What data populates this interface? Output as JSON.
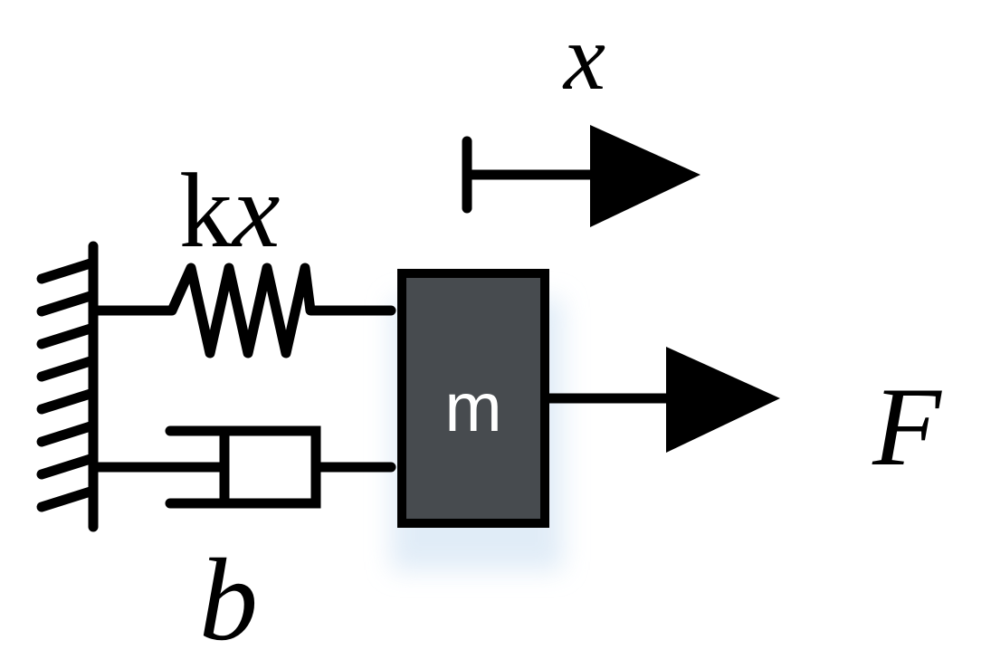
{
  "labels": {
    "displacement": "x",
    "spring_force_k": "k",
    "spring_force_x": "x",
    "damper": "b",
    "mass": "m",
    "force": "F"
  },
  "colors": {
    "line": "#000000",
    "mass_fill": "#474b4f",
    "mass_text": "#ffffff",
    "mass_glow": "#dbe9f6",
    "background": "#ffffff"
  },
  "icons": {
    "displacement_arrow": "right-arrow-icon",
    "force_arrow": "right-arrow-icon"
  }
}
